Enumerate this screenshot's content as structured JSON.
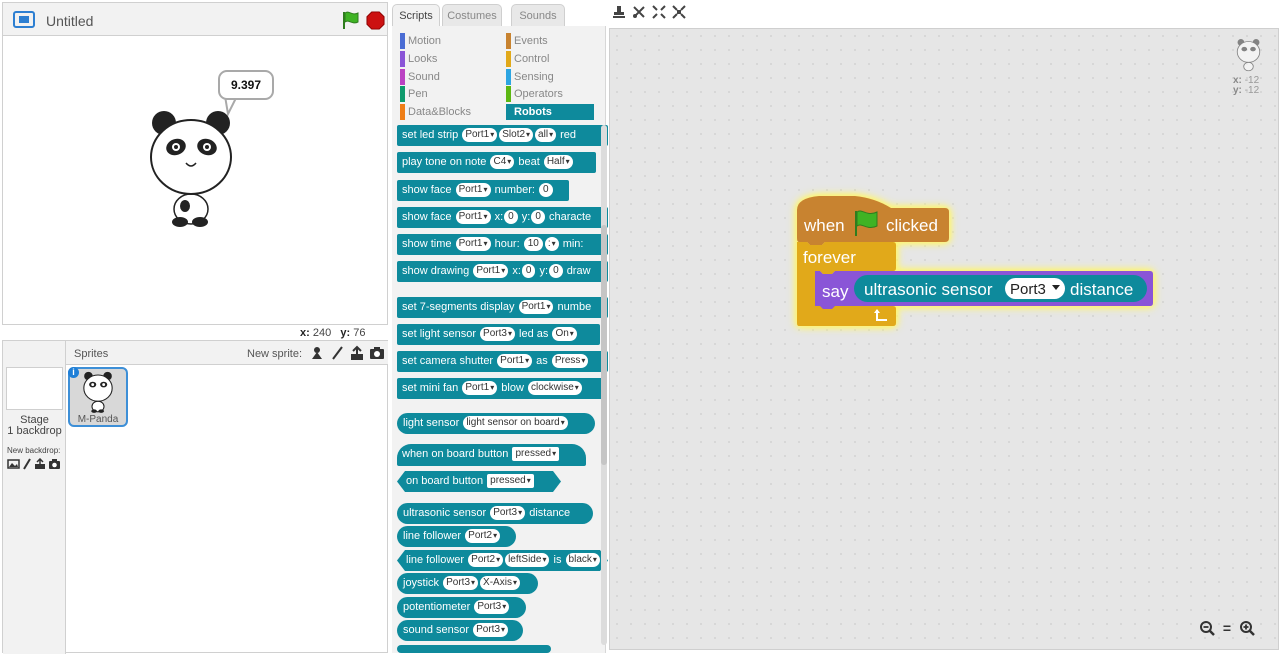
{
  "project": {
    "title": "Untitled"
  },
  "stage": {
    "speech_bubble": "9.397",
    "mouse_x_label": "x:",
    "mouse_x": "240",
    "mouse_y_label": "y:",
    "mouse_y": "76"
  },
  "sprites_panel": {
    "stage_label": "Stage",
    "backdrop_count": "1 backdrop",
    "new_backdrop_label": "New backdrop:",
    "sprites_label": "Sprites",
    "new_sprite_label": "New sprite:",
    "sprites": [
      {
        "name": "M-Panda",
        "info": "i"
      }
    ]
  },
  "tabs": [
    {
      "label": "Scripts",
      "active": true
    },
    {
      "label": "Costumes",
      "active": false
    },
    {
      "label": "Sounds",
      "active": false
    }
  ],
  "categories": {
    "left": [
      {
        "label": "Motion",
        "color": "#4a6cd4"
      },
      {
        "label": "Looks",
        "color": "#8a55d7"
      },
      {
        "label": "Sound",
        "color": "#bb42c3"
      },
      {
        "label": "Pen",
        "color": "#0e9a6c"
      },
      {
        "label": "Data&Blocks",
        "color": "#ee7d16"
      }
    ],
    "right": [
      {
        "label": "Events",
        "color": "#c88330"
      },
      {
        "label": "Control",
        "color": "#e1a91a"
      },
      {
        "label": "Sensing",
        "color": "#2ca5e2"
      },
      {
        "label": "Operators",
        "color": "#5cb712"
      },
      {
        "label": "Robots",
        "color": "#0e8a9c",
        "active": true
      }
    ]
  },
  "blocks": {
    "b1": {
      "a": "set led strip",
      "p1": "Port1",
      "p2": "Slot2",
      "p3": "all",
      "b": "red"
    },
    "b2": {
      "a": "play tone on note",
      "p1": "C4",
      "b": "beat",
      "p2": "Half"
    },
    "b3": {
      "a": "show face",
      "p1": "Port1",
      "b": "number:",
      "v1": "0"
    },
    "b4": {
      "a": "show face",
      "p1": "Port1",
      "b": "x:",
      "v1": "0",
      "c": "y:",
      "v2": "0",
      "d": "characte"
    },
    "b5": {
      "a": "show time",
      "p1": "Port1",
      "b": "hour:",
      "v1": "10",
      "sep": ":",
      "c": "min:"
    },
    "b6": {
      "a": "show drawing",
      "p1": "Port1",
      "b": "x:",
      "v1": "0",
      "c": "y:",
      "v2": "0",
      "d": "draw"
    },
    "b7": {
      "a": "set 7-segments display",
      "p1": "Port1",
      "b": "numbe"
    },
    "b8": {
      "a": "set light sensor",
      "p1": "Port3",
      "b": "led as",
      "p2": "On"
    },
    "b9": {
      "a": "set camera shutter",
      "p1": "Port1",
      "b": "as",
      "p2": "Press"
    },
    "b10": {
      "a": "set mini fan",
      "p1": "Port1",
      "b": "blow",
      "p2": "clockwise"
    },
    "b11": {
      "a": "light sensor",
      "p1": "light sensor on board"
    },
    "b12": {
      "a": "when on board button",
      "p1": "pressed"
    },
    "b13": {
      "a": "on board button",
      "p1": "pressed"
    },
    "b14": {
      "a": "ultrasonic sensor",
      "p1": "Port3",
      "b": "distance"
    },
    "b15": {
      "a": "line follower",
      "p1": "Port2"
    },
    "b16": {
      "a": "line follower",
      "p1": "Port2",
      "p2": "leftSide",
      "b": "is",
      "p3": "black"
    },
    "b17": {
      "a": "joystick",
      "p1": "Port3",
      "p2": "X-Axis"
    },
    "b18": {
      "a": "potentiometer",
      "p1": "Port3"
    },
    "b19": {
      "a": "sound sensor",
      "p1": "Port3"
    }
  },
  "workspace": {
    "x_label": "x:",
    "x": "-12",
    "y_label": "y:",
    "y": "-12",
    "zoom_reset": "="
  },
  "script": {
    "hat_when": "when",
    "hat_clicked": "clicked",
    "forever": "forever",
    "say": "say",
    "sensor": "ultrasonic sensor",
    "port": "Port3",
    "distance": "distance"
  },
  "colors": {
    "robots": "#0e8a9c",
    "events": "#c88330",
    "control": "#e1a91a",
    "looks": "#8a55d7",
    "selection": "#3d8fd7"
  }
}
